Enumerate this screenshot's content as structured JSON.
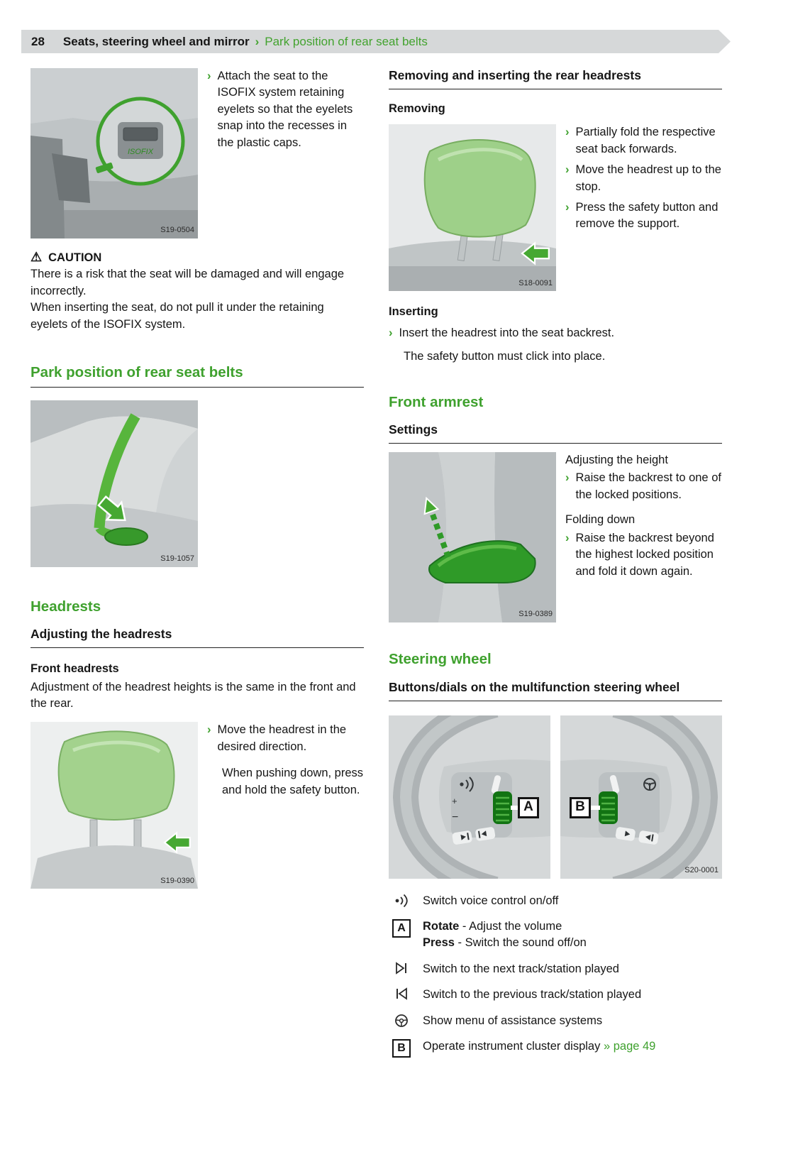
{
  "glyphs": {
    "bullet": "›",
    "warning": "⚠"
  },
  "header": {
    "page_number": "28",
    "section": "Seats, steering wheel and mirror",
    "separator": "›",
    "subsection": "Park position of rear seat belts"
  },
  "left": {
    "isofix": {
      "code": "S19-0504",
      "zoom_label": "ISOFIX",
      "bullet": "Attach the seat to the ISOFIX system retaining eyelets so that the eyelets snap into the recesses in the plastic caps."
    },
    "caution": {
      "title": "CAUTION",
      "para1": "There is a risk that the seat will be damaged and will engage incorrectly.",
      "para2": "When inserting the seat, do not pull it under the retaining eyelets of the ISOFIX system."
    },
    "park": {
      "heading": "Park position of rear seat belts",
      "code": "S19-1057"
    },
    "headrests": {
      "heading": "Headrests",
      "subheading": "Adjusting the headrests",
      "front_title": "Front headrests",
      "front_text": "Adjustment of the headrest heights is the same in the front and the rear.",
      "code": "S19-0390",
      "bullet": "Move the headrest in the desired direction.",
      "note": "When pushing down, press and hold the safety button."
    }
  },
  "right": {
    "rear_headrests": {
      "heading": "Removing and inserting the rear headrests",
      "removing_title": "Removing",
      "code": "S18-0091",
      "bullets": [
        "Partially fold the respective seat back forwards.",
        "Move the headrest up to the stop.",
        "Press the safety button and remove the support."
      ],
      "inserting_title": "Inserting",
      "inserting_bullet": "Insert the headrest into the seat backrest.",
      "inserting_note": "The safety button must click into place."
    },
    "armrest": {
      "heading": "Front armrest",
      "subheading": "Settings",
      "code": "S19-0389",
      "height_title": "Adjusting the height",
      "height_bullet": "Raise the backrest to one of the locked positions.",
      "fold_title": "Folding down",
      "fold_bullet": "Raise the backrest beyond the highest locked position and fold it down again."
    },
    "steering": {
      "heading": "Steering wheel",
      "subheading": "Buttons/dials on the multifunction steering wheel",
      "code": "S20-0001",
      "label_a": "A",
      "label_b": "B"
    },
    "legend": {
      "voice": "Switch voice control on/off",
      "a_key": "A",
      "rotate_label": "Rotate",
      "rotate_text": " - Adjust the volume",
      "press_label": "Press",
      "press_text": " - Switch the sound off/on",
      "next": "Switch to the next track/station played",
      "prev": "Switch to the previous track/station played",
      "assist": "Show menu of assistance systems",
      "b_key": "B",
      "cluster_text": "Operate instrument cluster display ",
      "cluster_link": "» page 49"
    }
  }
}
